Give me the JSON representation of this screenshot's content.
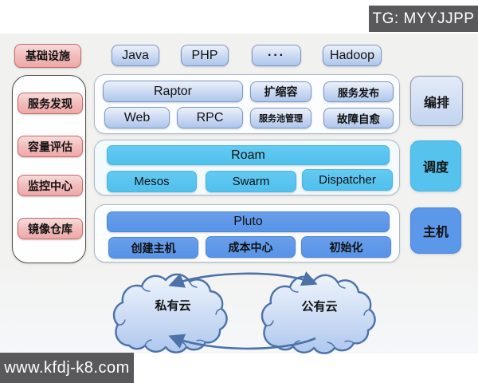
{
  "badges": {
    "tg": "TG: MYYJJPP",
    "watermark_url": "www.kfdj-k8.com"
  },
  "infrastructure": {
    "title": "基础设施",
    "items": [
      "服务发现",
      "容量评估",
      "监控中心",
      "镜像仓库"
    ]
  },
  "app_row": {
    "items": [
      "Java",
      "PHP",
      "···",
      "Hadoop"
    ]
  },
  "layers": [
    {
      "id": "orchestration",
      "side_label": "编排",
      "main": "Raptor",
      "cells_top": [
        "扩缩容",
        "服务发布"
      ],
      "cells_bottom": [
        "Web",
        "RPC",
        "服务池管理",
        "故障自愈"
      ]
    },
    {
      "id": "scheduling",
      "side_label": "调度",
      "main": "Roam",
      "cells_bottom": [
        "Mesos",
        "Swarm",
        "Dispatcher"
      ]
    },
    {
      "id": "host",
      "side_label": "主机",
      "main": "Pluto",
      "cells_bottom": [
        "创建主机",
        "成本中心",
        "初始化"
      ]
    }
  ],
  "clouds": {
    "left": "私有云",
    "right": "公有云"
  },
  "colors": {
    "pink": "#EFA9A9",
    "periwinkle": "#AEC6EC",
    "cyan": "#55C3EE",
    "blue": "#5C98E9",
    "cloud_outline": "#4C72A8",
    "bar_gray": "#59595B"
  }
}
